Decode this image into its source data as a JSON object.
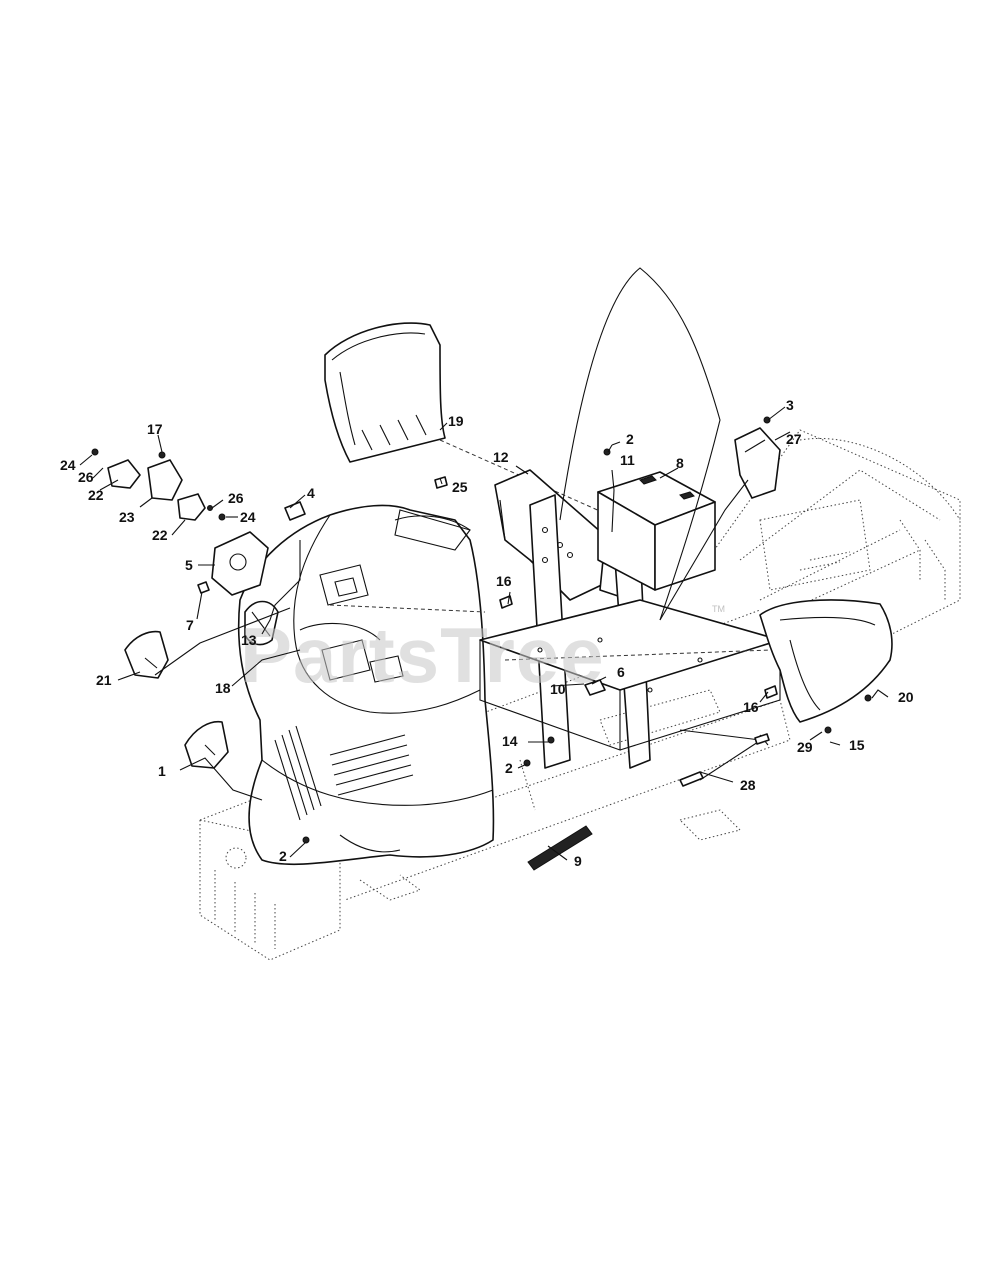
{
  "watermark": {
    "text": "PartsTree",
    "trademark": "TM",
    "color": "#c8c8c8"
  },
  "callouts": [
    {
      "id": "c1",
      "label": "1"
    },
    {
      "id": "c2a",
      "label": "2"
    },
    {
      "id": "c2b",
      "label": "2"
    },
    {
      "id": "c2c",
      "label": "2"
    },
    {
      "id": "c3",
      "label": "3"
    },
    {
      "id": "c4",
      "label": "4"
    },
    {
      "id": "c5",
      "label": "5"
    },
    {
      "id": "c6",
      "label": "6"
    },
    {
      "id": "c7",
      "label": "7"
    },
    {
      "id": "c8",
      "label": "8"
    },
    {
      "id": "c9",
      "label": "9"
    },
    {
      "id": "c10",
      "label": "10"
    },
    {
      "id": "c11",
      "label": "11"
    },
    {
      "id": "c12",
      "label": "12"
    },
    {
      "id": "c13",
      "label": "13"
    },
    {
      "id": "c14",
      "label": "14"
    },
    {
      "id": "c15",
      "label": "15"
    },
    {
      "id": "c16a",
      "label": "16"
    },
    {
      "id": "c16b",
      "label": "16"
    },
    {
      "id": "c17",
      "label": "17"
    },
    {
      "id": "c18",
      "label": "18"
    },
    {
      "id": "c19",
      "label": "19"
    },
    {
      "id": "c20",
      "label": "20"
    },
    {
      "id": "c21",
      "label": "21"
    },
    {
      "id": "c22a",
      "label": "22"
    },
    {
      "id": "c22b",
      "label": "22"
    },
    {
      "id": "c23",
      "label": "23"
    },
    {
      "id": "c24a",
      "label": "24"
    },
    {
      "id": "c24b",
      "label": "24"
    },
    {
      "id": "c25",
      "label": "25"
    },
    {
      "id": "c26a",
      "label": "26"
    },
    {
      "id": "c26b",
      "label": "26"
    },
    {
      "id": "c27",
      "label": "27"
    },
    {
      "id": "c28",
      "label": "28"
    },
    {
      "id": "c29",
      "label": "29"
    }
  ]
}
